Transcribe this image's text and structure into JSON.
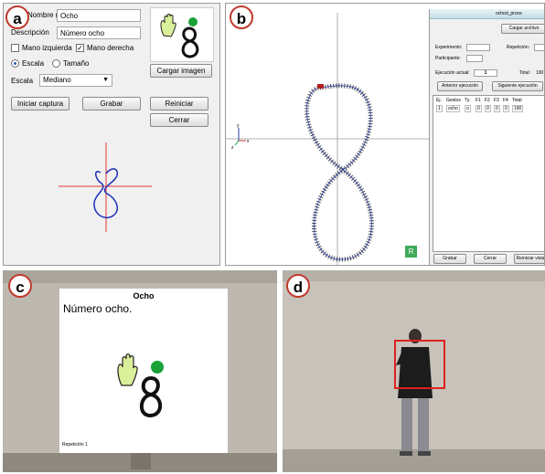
{
  "badges": {
    "a": "a",
    "b": "b",
    "c": "c",
    "d": "d"
  },
  "panel_a": {
    "name_label": "Nombre (ID)",
    "name_value": "Ocho",
    "desc_label": "Descripción",
    "desc_value": "Número ocho",
    "left_hand_label": "Mano izquierda",
    "right_hand_label": "Mano derecha",
    "right_hand_checked": true,
    "scale_label": "Escala",
    "size_label": "Tamaño",
    "scale_select_label": "Escala",
    "scale_select_value": "Mediano",
    "load_image_button": "Cargar imagen",
    "start_capture_button": "Iniciar captura",
    "record_button": "Grabar",
    "restart_button": "Reiniciar",
    "close_button": "Cerrar",
    "colors": {
      "crosshair": "#e53935",
      "trace": "#1e2fb8",
      "hand": "#d9ef9a",
      "dot": "#1aa238"
    }
  },
  "panel_b": {
    "window_title": "ochod_proce",
    "load_file_button": "Cargar archivo",
    "experiment_label": "Experimento:",
    "repetition_label": "Repetición:",
    "participant_label": "Participante:",
    "current_run_label": "Ejecución actual:",
    "current_run_value": "1",
    "total_label": "Total:",
    "total_value": "190",
    "prev_button": "Anterior ejecución",
    "next_button": "Siguiente ejecución",
    "table_headers": [
      "Ej.",
      "Gestos",
      "Ty.",
      "F1",
      "F2",
      "F3",
      "F4",
      "Total"
    ],
    "table_rows": [
      [
        "1",
        "ocho",
        "o",
        "0",
        "0",
        "0",
        "0",
        "190"
      ]
    ],
    "save_button": "Grabar",
    "close_button": "Cerrar",
    "restart_button": "Reiniciar vista",
    "r_button": "R",
    "axis_x": "x",
    "axis_y": "y",
    "axis_z": "z"
  },
  "panel_c": {
    "title": "Ocho",
    "subtitle": "Número ocho.",
    "footer": "Repetición 1"
  },
  "panel_d": {
    "box_color": "#e02020"
  }
}
